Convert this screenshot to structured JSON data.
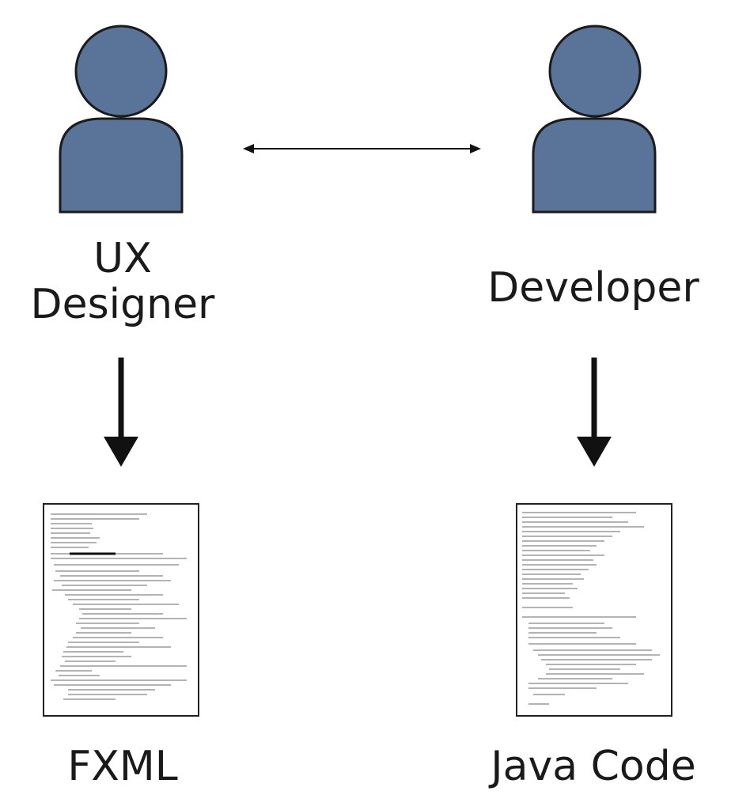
{
  "actors": [
    {
      "id": "ux",
      "label_line1": "UX",
      "label_line2": "Designer",
      "artifact": "FXML"
    },
    {
      "id": "dev",
      "label": "Developer",
      "artifact": "Java Code"
    }
  ],
  "colors": {
    "person_fill": "#5a7499",
    "person_stroke": "#1b1b1b",
    "text": "#1a1a1a",
    "arrow": "#111111"
  },
  "icons": {
    "person": "person-icon",
    "document": "document-icon"
  }
}
